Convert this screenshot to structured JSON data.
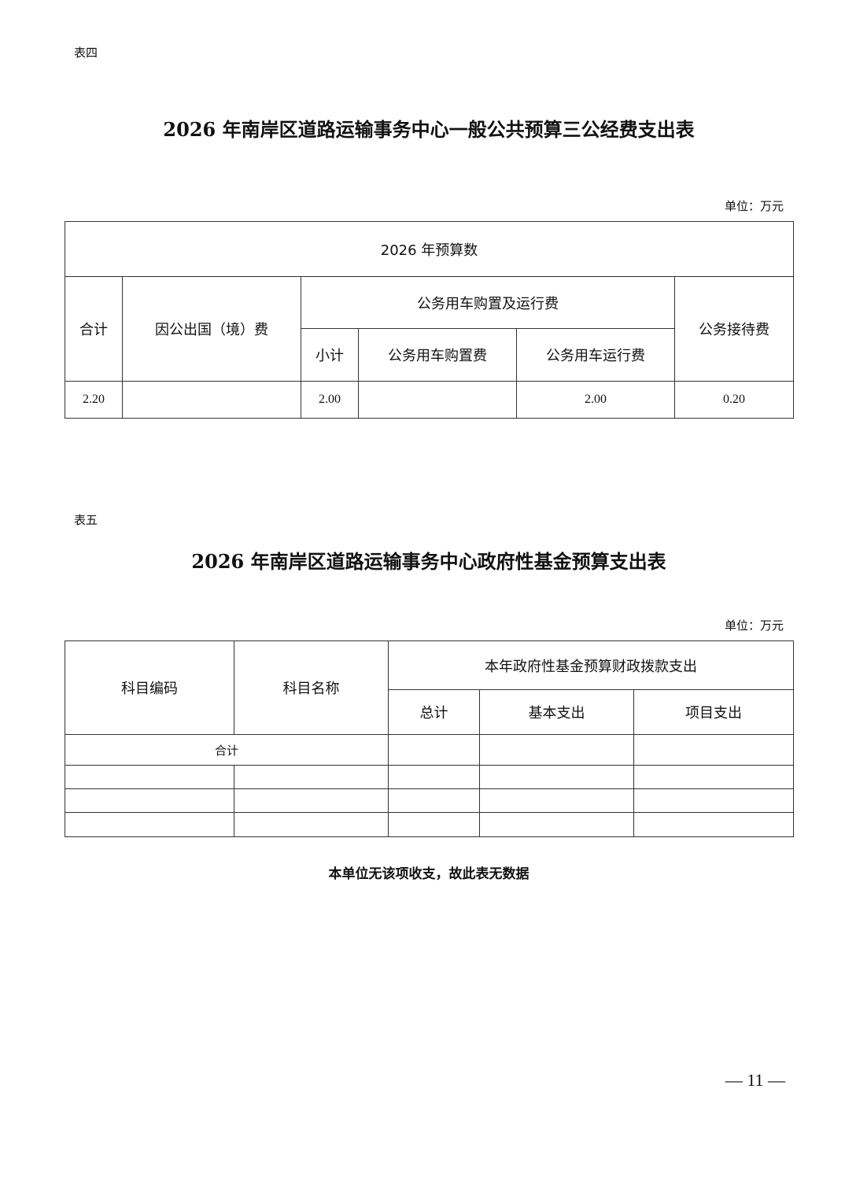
{
  "table4": {
    "label": "表四",
    "title": "2026 年南岸区道路运输事务中心一般公共预算三公经费支出表",
    "unit": "单位：万元",
    "header_top": "2026 年预算数",
    "col_total": "合计",
    "col_abroad": "因公出国（境）费",
    "col_vehicle_group": "公务用车购置及运行费",
    "col_subtotal": "小计",
    "col_purchase": "公务用车购置费",
    "col_operation": "公务用车运行费",
    "col_reception": "公务接待费",
    "row": {
      "total": "2.20",
      "abroad": "",
      "subtotal": "2.00",
      "purchase": "",
      "operation": "2.00",
      "reception": "0.20"
    }
  },
  "table5": {
    "label": "表五",
    "title": "2026 年南岸区道路运输事务中心政府性基金预算支出表",
    "unit": "单位：万元",
    "col_code": "科目编码",
    "col_name": "科目名称",
    "col_group": "本年政府性基金预算财政拨款支出",
    "col_total": "总计",
    "col_basic": "基本支出",
    "col_project": "项目支出",
    "total_row_label": "合计",
    "note": "本单位无该项收支，故此表无数据"
  },
  "page_number": "— 11 —"
}
